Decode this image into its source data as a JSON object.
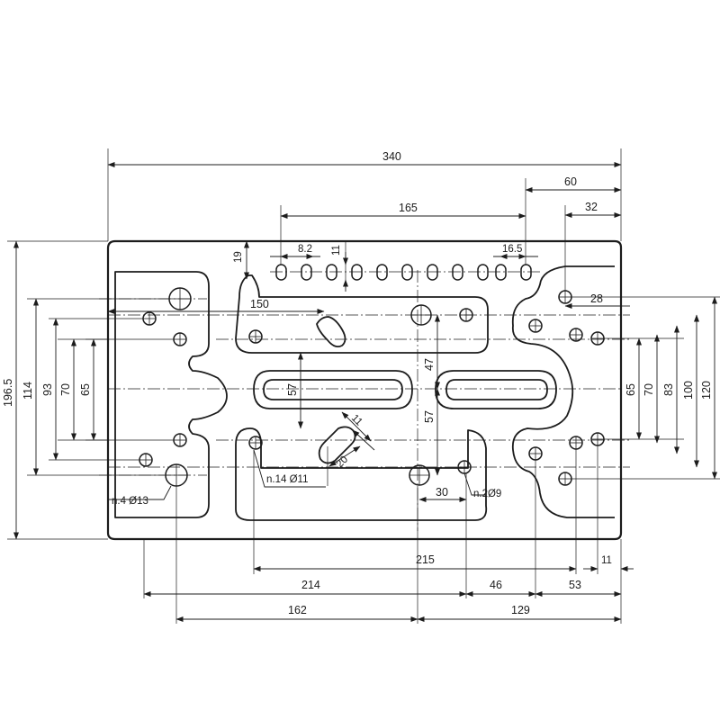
{
  "drawing": {
    "dimensions": {
      "overall_width": "340",
      "right_60": "60",
      "right_32": "32",
      "span_165": "165",
      "pitch_8_2": "8.2",
      "dim_11_top": "11",
      "dim_16_5": "16.5",
      "dim_19": "19",
      "dim_150": "150",
      "dim_28": "28",
      "height_196_5": "196.5",
      "height_114": "114",
      "height_93": "93",
      "height_70_left": "70",
      "height_65_left": "65",
      "slot_57_left": "57",
      "dim_47": "47",
      "dim_57_mid": "57",
      "height_65_right": "65",
      "height_70_right": "70",
      "height_83": "83",
      "height_100": "100",
      "height_120": "120",
      "slot_11": "11",
      "slot_20": "20",
      "dim_30": "30",
      "bottom_215": "215",
      "bottom_11": "11",
      "bottom_214": "214",
      "bottom_46": "46",
      "bottom_53": "53",
      "bottom_162": "162",
      "bottom_129": "129"
    },
    "callouts": {
      "holes_14": "n.14 Ø11",
      "holes_4": "n.4 Ø13",
      "holes_2": "n.2Ø9"
    }
  }
}
